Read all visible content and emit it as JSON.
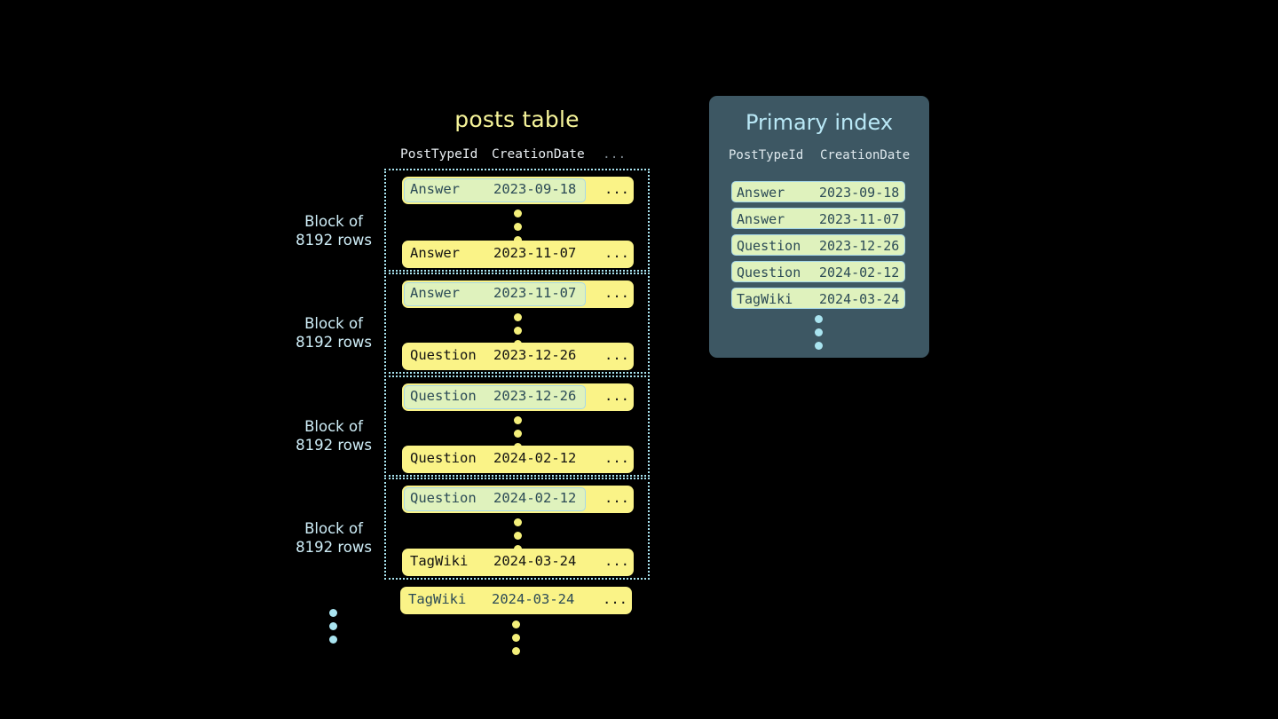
{
  "posts_table": {
    "title": "posts table",
    "columns": {
      "post_type_id": "PostTypeId",
      "creation_date": "CreationDate",
      "more": "..."
    },
    "block_label": "Block of\n8192 rows",
    "block_label_line1": "Block of",
    "block_label_line2": "8192 rows",
    "row_more": "...",
    "blocks": [
      {
        "label_line1": "Block of",
        "label_line2": "8192 rows",
        "first_row": {
          "post_type_id": "Answer",
          "creation_date": "2023-09-18",
          "more": "...",
          "highlighted": true
        },
        "last_row": {
          "post_type_id": "Answer",
          "creation_date": "2023-11-07",
          "more": "...",
          "highlighted": false
        }
      },
      {
        "label_line1": "Block of",
        "label_line2": "8192 rows",
        "first_row": {
          "post_type_id": "Answer",
          "creation_date": "2023-11-07",
          "more": "...",
          "highlighted": true
        },
        "last_row": {
          "post_type_id": "Question",
          "creation_date": "2023-12-26",
          "more": "...",
          "highlighted": false
        }
      },
      {
        "label_line1": "Block of",
        "label_line2": "8192 rows",
        "first_row": {
          "post_type_id": "Question",
          "creation_date": "2023-12-26",
          "more": "...",
          "highlighted": true
        },
        "last_row": {
          "post_type_id": "Question",
          "creation_date": "2024-02-12",
          "more": "...",
          "highlighted": false
        }
      },
      {
        "label_line1": "Block of",
        "label_line2": "8192 rows",
        "first_row": {
          "post_type_id": "Question",
          "creation_date": "2024-02-12",
          "more": "...",
          "highlighted": true
        },
        "last_row": {
          "post_type_id": "TagWiki",
          "creation_date": "2024-03-24",
          "more": "...",
          "highlighted": false
        }
      }
    ],
    "trailing_row": {
      "post_type_id": "TagWiki",
      "creation_date": "2024-03-24",
      "more": "...",
      "highlighted": true
    }
  },
  "primary_index": {
    "title": "Primary index",
    "columns": {
      "post_type_id": "PostTypeId",
      "creation_date": "CreationDate"
    },
    "rows": [
      {
        "post_type_id": "Answer",
        "creation_date": "2023-09-18"
      },
      {
        "post_type_id": "Answer",
        "creation_date": "2023-11-07"
      },
      {
        "post_type_id": "Question",
        "creation_date": "2023-12-26"
      },
      {
        "post_type_id": "Question",
        "creation_date": "2024-02-12"
      },
      {
        "post_type_id": "TagWiki",
        "creation_date": "2024-03-24"
      }
    ]
  },
  "colors": {
    "background": "#000000",
    "row_yellow": "#faf387",
    "index_mint": "#dff2bd",
    "accent_blue": "#a9e4f0",
    "panel_slate": "#3d5763",
    "title_yellow": "#f7f59a",
    "label_blue": "#cfeef8",
    "dark_text": "#2b4a56"
  }
}
